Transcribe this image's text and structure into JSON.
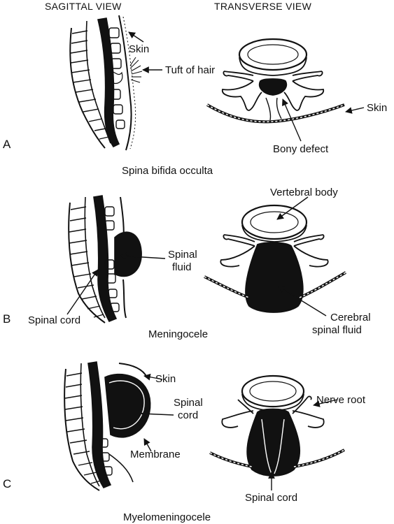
{
  "headers": {
    "sagittal": "SAGITTAL VIEW",
    "transverse": "TRANSVERSE VIEW"
  },
  "panels": [
    {
      "letter": "A",
      "title": "Spina bifida occulta",
      "labels": {
        "skin_left": "Skin",
        "tuft": "Tuft of hair",
        "skin_right": "Skin",
        "bony_defect": "Bony defect"
      }
    },
    {
      "letter": "B",
      "title": "Meningocele",
      "labels": {
        "vertebral_body": "Vertebral body",
        "spinal_fluid_1": "Spinal",
        "spinal_fluid_2": "fluid",
        "spinal_cord": "Spinal cord",
        "cerebral_1": "Cerebral",
        "cerebral_2": "spinal fluid"
      }
    },
    {
      "letter": "C",
      "title": "Myelomeningocele",
      "labels": {
        "skin": "Skin",
        "spinal_cord_1": "Spinal",
        "spinal_cord_2": "cord",
        "membrane": "Membrane",
        "nerve_root": "Nerve root",
        "spinal_cord_bottom": "Spinal cord"
      }
    }
  ],
  "colors": {
    "ink": "#111111",
    "background": "#ffffff"
  }
}
